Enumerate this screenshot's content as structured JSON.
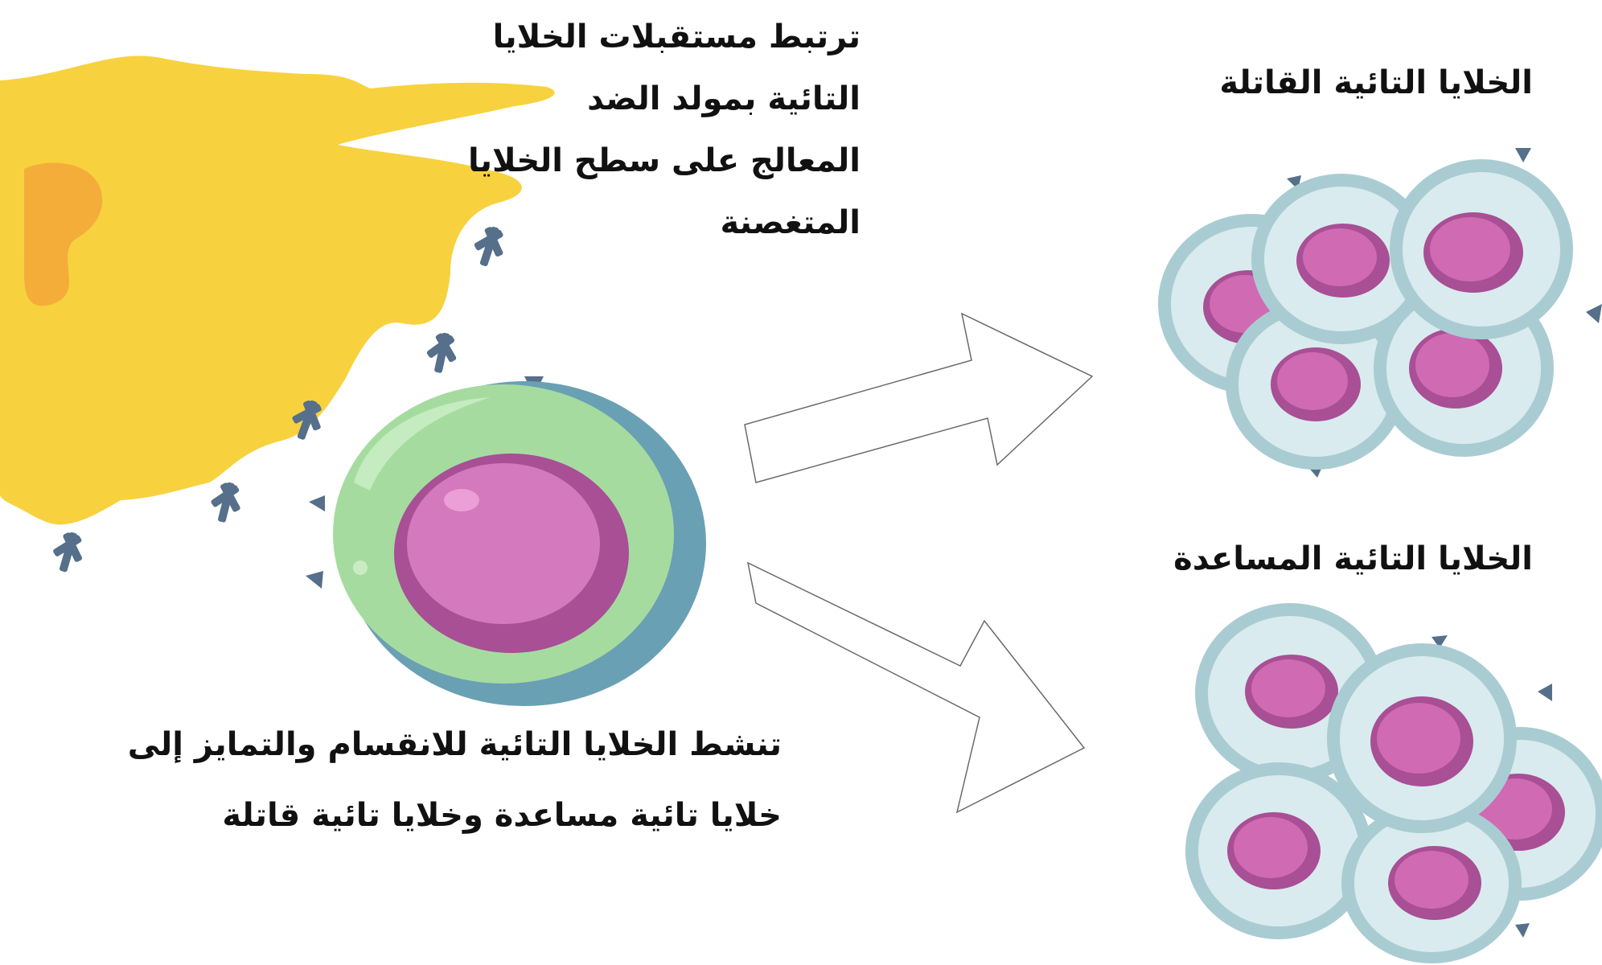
{
  "texts": {
    "caption_top": [
      "ترتبط مستقبلات الخلايا",
      "التائية بمولد  الضد",
      " المعالج على سطح الخلايا",
      "المتغصنة"
    ],
    "caption_bottom": [
      "تنشط الخلايا التائية للانقسام والتمايز إلى",
      "خلايا تائية مساعدة وخلايا تائية قاتلة"
    ],
    "title_killer": "الخلايا التائية القاتلة",
    "title_helper": "الخلايا التائية المساعدة"
  },
  "colors": {
    "dendritic_cell": "#f7d23e",
    "dendritic_nucleus": "#f5ad3a",
    "receptor": "#566f8a",
    "t_cell_outer": "#6aa0b4",
    "t_cell_inner": "#a6dba0",
    "nucleus_outer": "#a84f95",
    "nucleus_inner": "#d479be",
    "daughter_cell_outer": "#a9ccd3",
    "daughter_cell_inner": "#d9ebee",
    "daughter_nucleus_outer": "#a84f95",
    "daughter_nucleus_inner": "#d06ab3",
    "arrow_fill": "#ffffff",
    "arrow_stroke": "#6a6a6a"
  }
}
